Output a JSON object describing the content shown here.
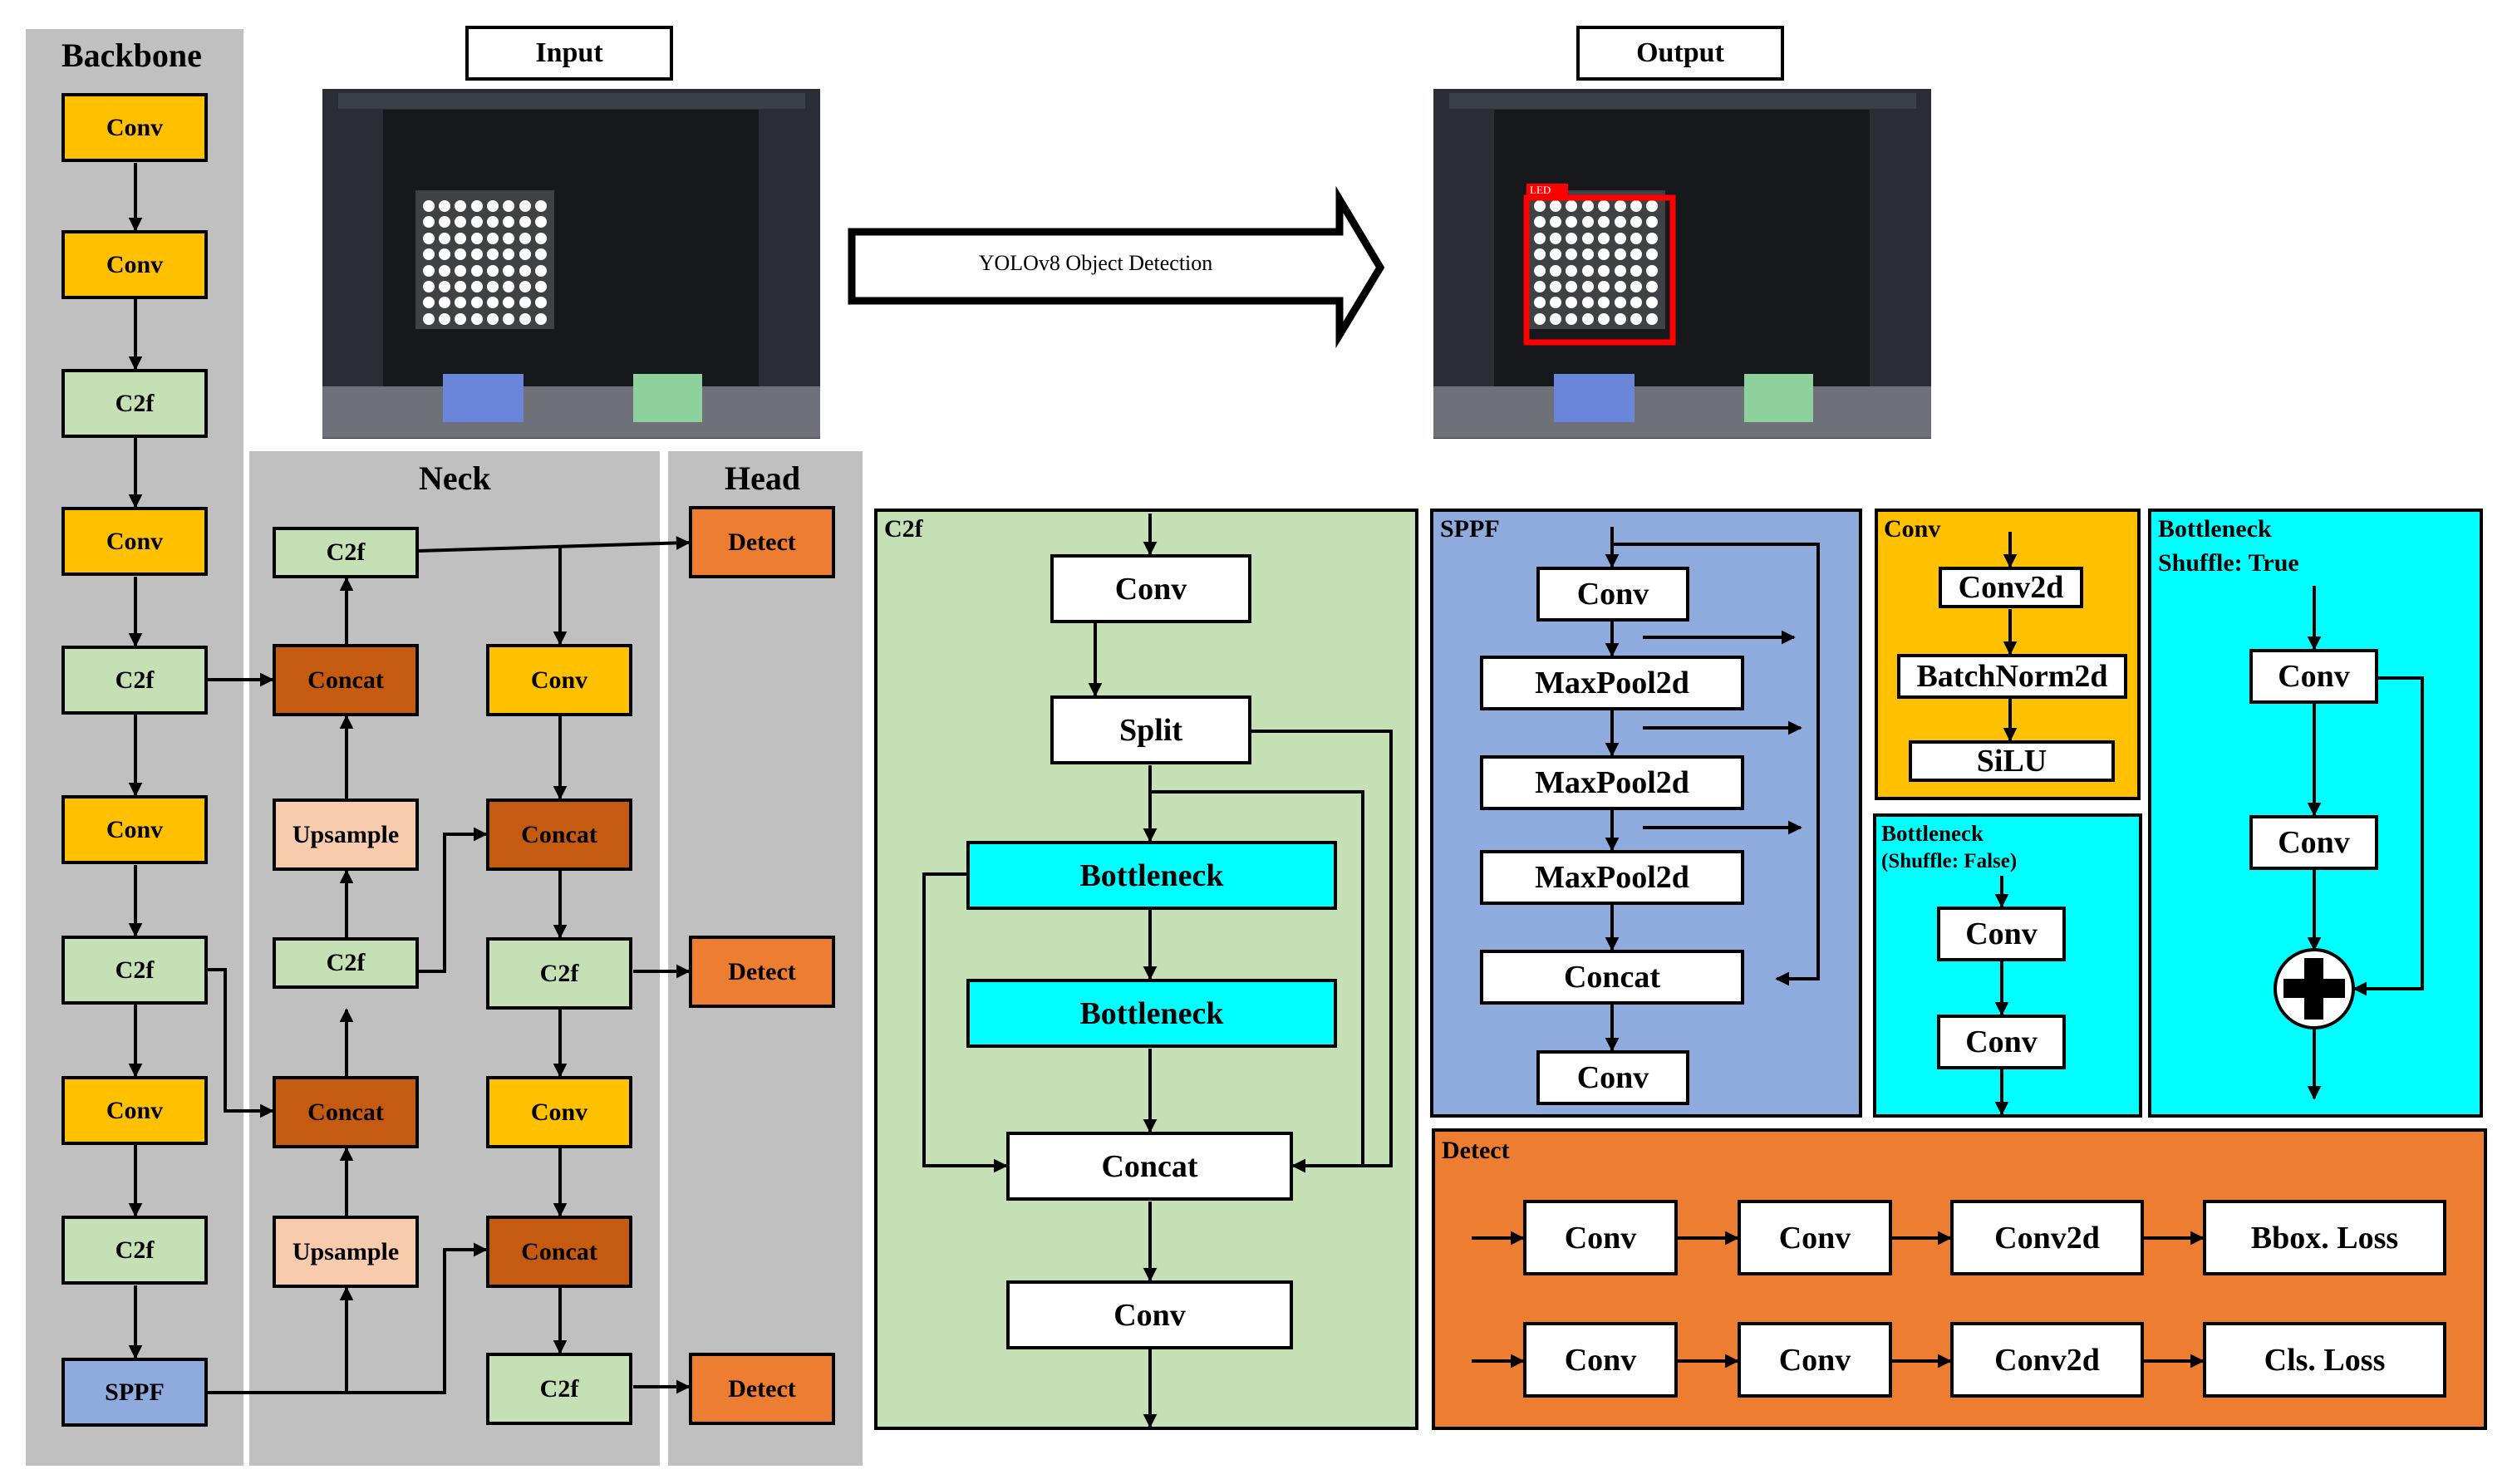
{
  "colors": {
    "gray": "#c0c0c0",
    "conv": "#ffc000",
    "c2f": "#c5e0b4",
    "concat": "#c55a11",
    "upsample": "#f8cbad",
    "detect": "#ed7d31",
    "sppf": "#8faadc",
    "bottleneck": "#00ffff",
    "white": "#ffffff",
    "red": "#ff0000"
  },
  "backbone": {
    "title": "Backbone",
    "blocks": [
      "Conv",
      "Conv",
      "C2f",
      "Conv",
      "C2f",
      "Conv",
      "C2f",
      "Conv",
      "C2f",
      "SPPF"
    ]
  },
  "neck": {
    "title": "Neck",
    "left": [
      "C2f",
      "Concat",
      "Upsample",
      "C2f",
      "Concat",
      "Upsample"
    ],
    "right": [
      "Conv",
      "Concat",
      "C2f",
      "Conv",
      "Concat",
      "C2f"
    ]
  },
  "head": {
    "title": "Head",
    "blocks": [
      "Detect",
      "Detect",
      "Detect"
    ]
  },
  "io": {
    "input_label": "Input",
    "output_label": "Output",
    "arrow_text": "YOLOv8 Object Detection",
    "detection_label": "LED"
  },
  "c2f_panel": {
    "title": "C2f",
    "blocks": [
      "Conv",
      "Split",
      "Bottleneck",
      "Bottleneck",
      "Concat",
      "Conv"
    ]
  },
  "sppf_panel": {
    "title": "SPPF",
    "blocks": [
      "Conv",
      "MaxPool2d",
      "MaxPool2d",
      "MaxPool2d",
      "Concat",
      "Conv"
    ]
  },
  "conv_panel": {
    "title": "Conv",
    "blocks": [
      "Conv2d",
      "BatchNorm2d",
      "SiLU"
    ]
  },
  "bottleneck_false_panel": {
    "title_line1": "Bottleneck",
    "title_line2": "(Shuffle: False)",
    "blocks": [
      "Conv",
      "Conv"
    ]
  },
  "bottleneck_true_panel": {
    "title_line1": "Bottleneck",
    "title_line2": "Shuffle: True",
    "blocks": [
      "Conv",
      "Conv"
    ]
  },
  "detect_panel": {
    "title": "Detect",
    "row1": [
      "Conv",
      "Conv",
      "Conv2d",
      "Bbox. Loss"
    ],
    "row2": [
      "Conv",
      "Conv",
      "Conv2d",
      "Cls. Loss"
    ]
  }
}
